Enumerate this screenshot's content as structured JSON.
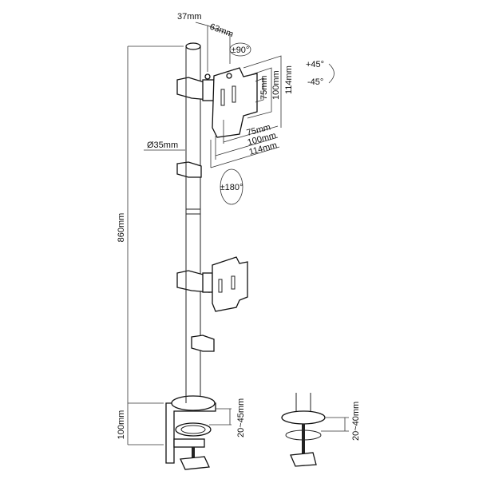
{
  "labels": {
    "total_height": "860mm",
    "clamp_height": "100mm",
    "arm_offset_37": "37mm",
    "arm_offset_63": "63mm",
    "swivel": "±90°",
    "tilt_up": "+45°",
    "tilt_down": "-45°",
    "vesa_v_75": "75mm",
    "vesa_v_100": "100mm",
    "vesa_v_114": "114mm",
    "vesa_h_75": "75mm",
    "vesa_h_100": "100mm",
    "vesa_h_114": "114mm",
    "pole_diameter": "Ø35mm",
    "rotation": "±180°",
    "clamp_range": "20~45mm",
    "grommet_range": "20~40mm"
  }
}
